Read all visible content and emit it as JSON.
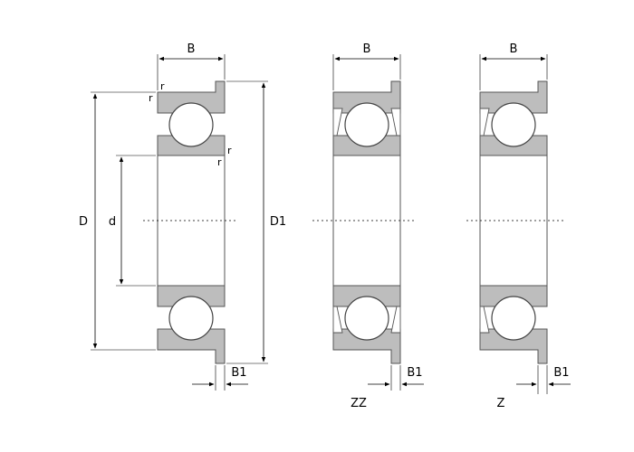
{
  "labels": {
    "B": "B",
    "B1": "B1",
    "D": "D",
    "D1": "D1",
    "d": "d",
    "r": "r"
  },
  "variants": {
    "zz": "ZZ",
    "z": "Z"
  },
  "colors": {
    "ring": "#bdbdbd",
    "outline": "#555555",
    "ball": "#ffffff"
  }
}
